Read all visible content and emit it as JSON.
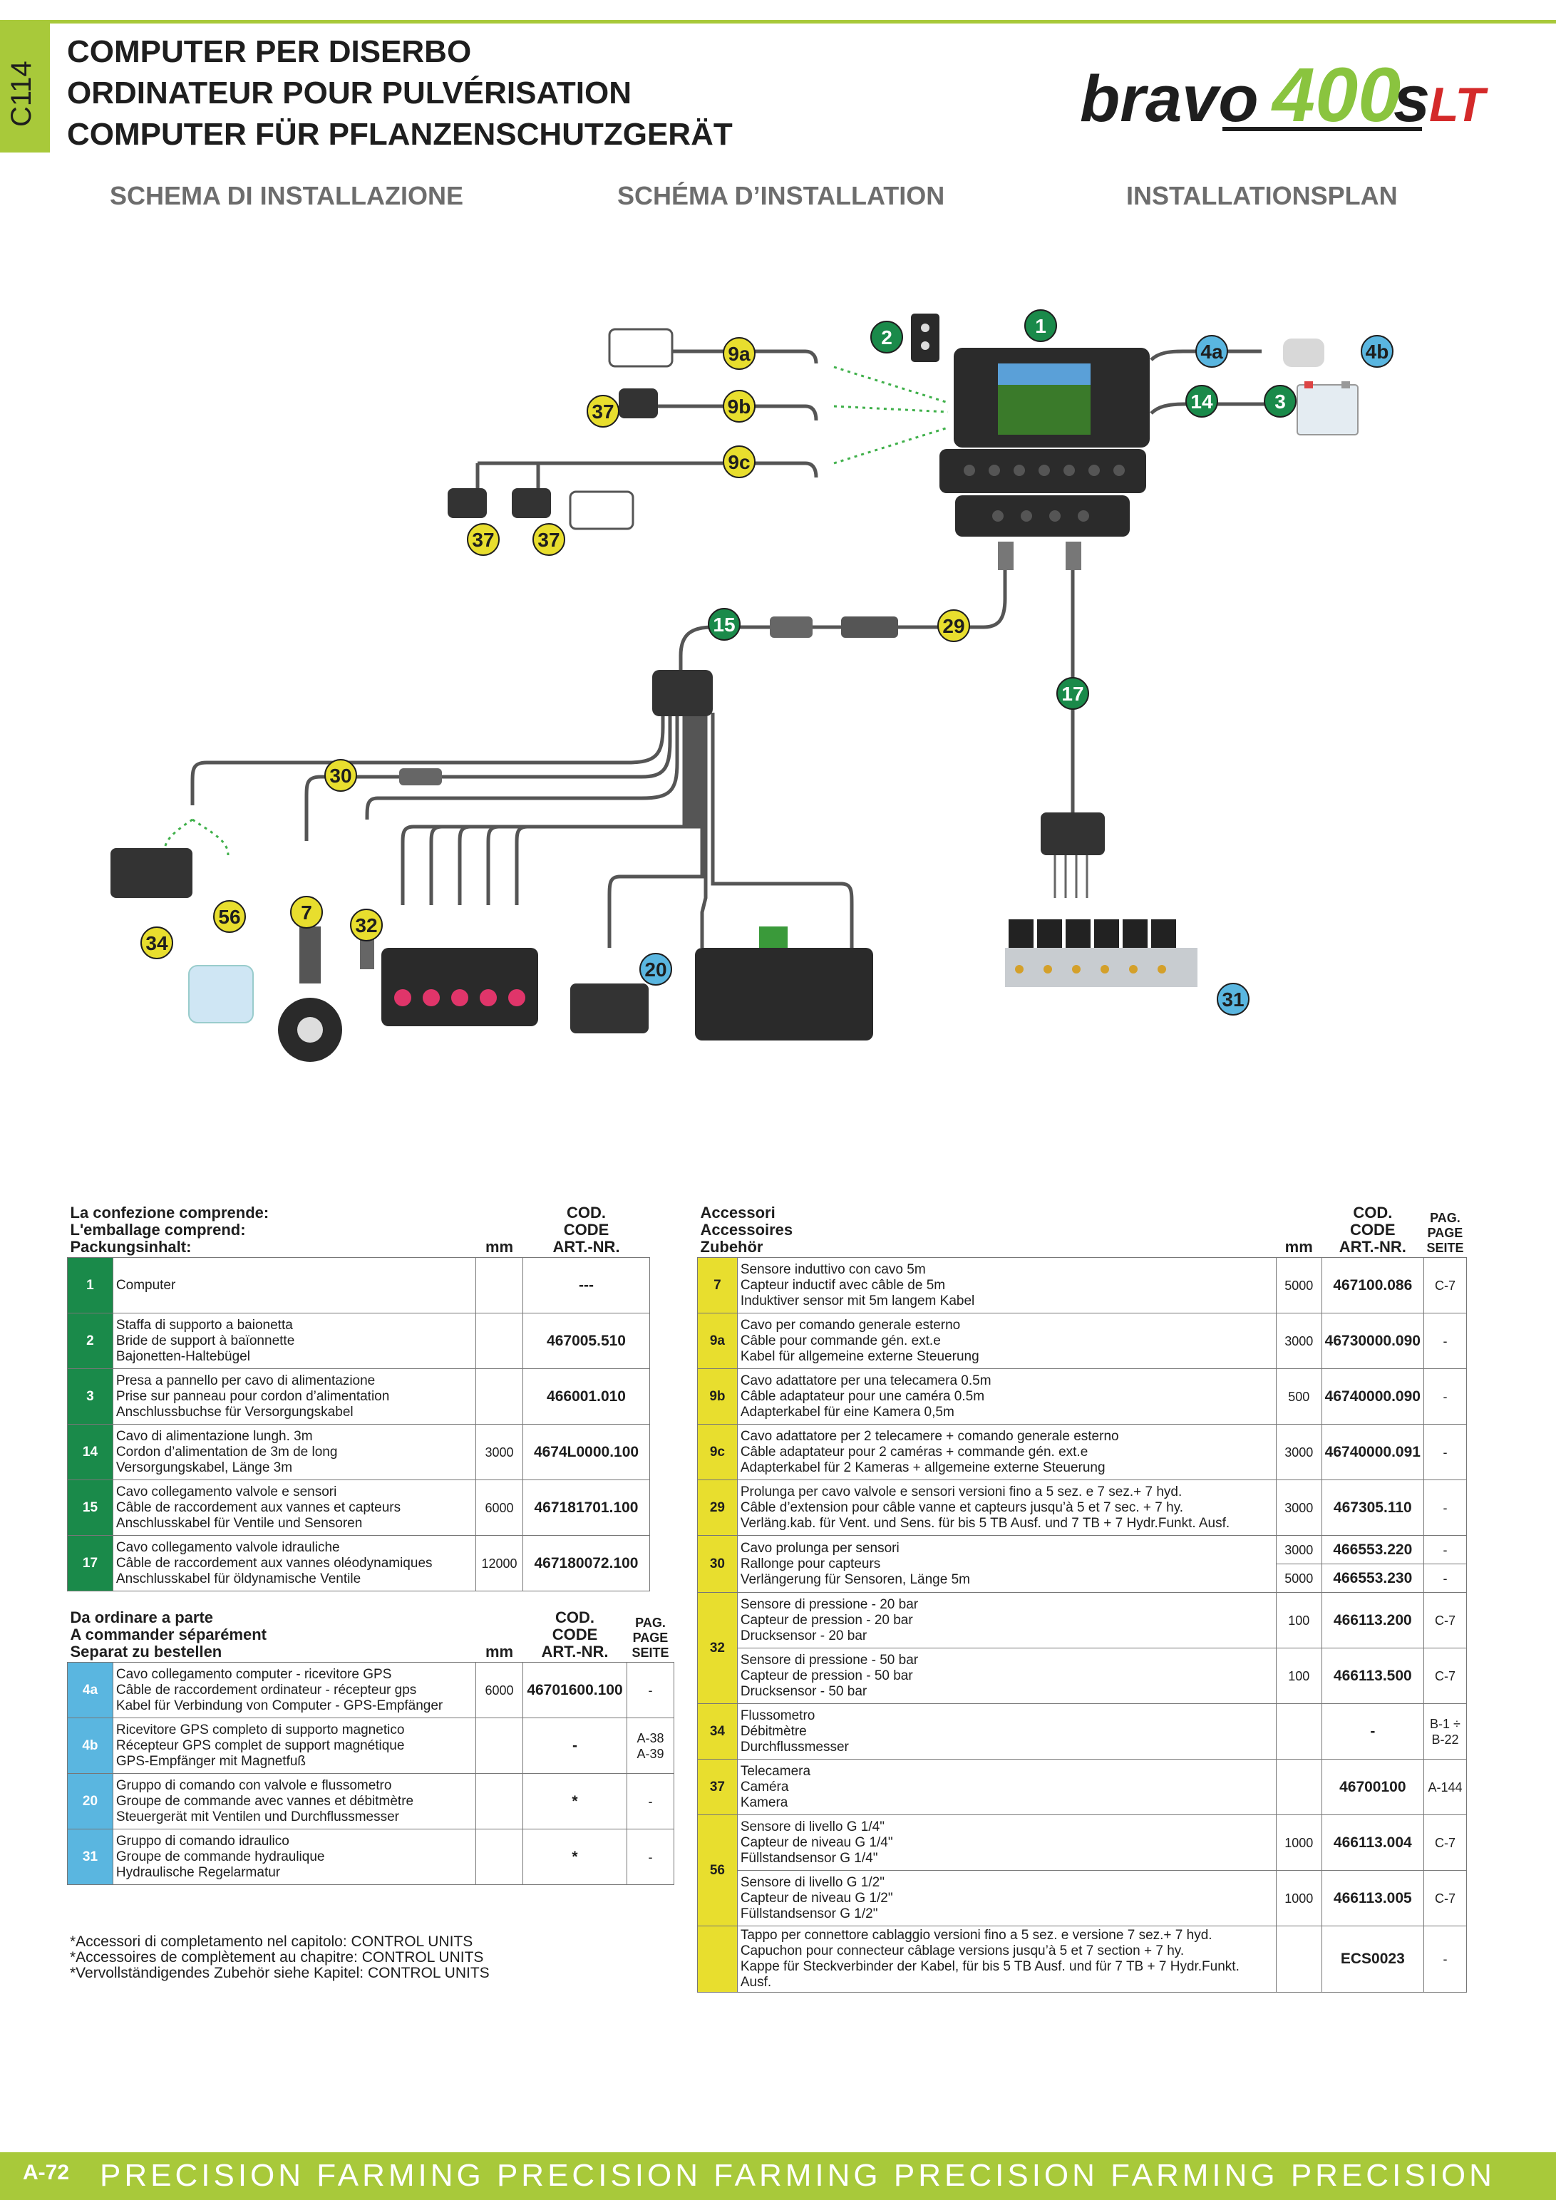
{
  "header": {
    "side_tab": "C114",
    "titles": [
      "COMPUTER PER DISERBO",
      "ORDINATEUR POUR PULVÉRISATION",
      "COMPUTER FÜR PFLANZENSCHUTZGERÄT"
    ],
    "logo": "bravo400sLT",
    "schema": [
      "SCHEMA DI INSTALLAZIONE",
      "SCHÉMA D’INSTALLATION",
      "INSTALLATIONSPLAN"
    ]
  },
  "diagram_labels": [
    "1",
    "2",
    "3",
    "4a",
    "4b",
    "9a",
    "9b",
    "9c",
    "14",
    "15",
    "17",
    "20",
    "29",
    "30",
    "31",
    "32",
    "34",
    "37",
    "37",
    "37",
    "56",
    "7"
  ],
  "colors": {
    "green": "#1a8a4a",
    "yellow": "#e8de2e",
    "blue": "#5ab6e0",
    "accent": "#a8c93a"
  },
  "table1": {
    "heading": [
      "La confezione comprende:",
      "L'emballage comprend:",
      "Packungsinhalt:"
    ],
    "col_mm": "mm",
    "col_code": [
      "COD.",
      "CODE",
      "ART.-NR."
    ],
    "rows": [
      {
        "n": "1",
        "desc": "Computer",
        "mm": "",
        "code": "---"
      },
      {
        "n": "2",
        "desc": "Staffa di supporto a baionetta\nBride de support à baïonnette\nBajonetten-Haltebügel",
        "mm": "",
        "code": "467005.510"
      },
      {
        "n": "3",
        "desc": "Presa a pannello per cavo di alimentazione\nPrise sur panneau pour cordon d’alimentation\nAnschlussbuchse für Versorgungskabel",
        "mm": "",
        "code": "466001.010"
      },
      {
        "n": "14",
        "desc": "Cavo di alimentazione lungh. 3m\nCordon d’alimentation de 3m de long\nVersorgungskabel, Länge 3m",
        "mm": "3000",
        "code": "4674L0000.100"
      },
      {
        "n": "15",
        "desc": "Cavo collegamento valvole e sensori\nCâble de raccordement aux vannes et capteurs\nAnschlusskabel für Ventile und Sensoren",
        "mm": "6000",
        "code": "467181701.100"
      },
      {
        "n": "17",
        "desc": "Cavo collegamento valvole idrauliche\nCâble de raccordement aux vannes oléodynamiques\nAnschlusskabel für öldynamische Ventile",
        "mm": "12000",
        "code": "467180072.100"
      }
    ]
  },
  "table2": {
    "heading": [
      "Da ordinare a parte",
      "A commander séparément",
      "Separat zu bestellen"
    ],
    "col_mm": "mm",
    "col_code": [
      "COD.",
      "CODE",
      "ART.-NR."
    ],
    "col_pag": [
      "PAG.",
      "PAGE",
      "SEITE"
    ],
    "rows": [
      {
        "n": "4a",
        "desc": "Cavo collegamento computer - ricevitore GPS\nCâble de raccordement ordinateur - récepteur gps\nKabel für Verbindung von Computer - GPS-Empfänger",
        "mm": "6000",
        "code": "46701600.100",
        "pag": "-"
      },
      {
        "n": "4b",
        "desc": "Ricevitore GPS completo di supporto magnetico\nRécepteur GPS complet de support magnétique\nGPS-Empfänger mit Magnetfuß",
        "mm": "",
        "code": "-",
        "pag": "A-38\nA-39"
      },
      {
        "n": "20",
        "desc": "Gruppo di comando con valvole e flussometro\nGroupe de commande avec vannes et débitmètre\nSteuergerät mit Ventilen und Durchflussmesser",
        "mm": "",
        "code": "*",
        "pag": "-"
      },
      {
        "n": "31",
        "desc": "Gruppo di comando idraulico\nGroupe de commande hydraulique\nHydraulische Regelarmatur",
        "mm": "",
        "code": "*",
        "pag": "-"
      }
    ]
  },
  "notes": [
    "*Accessori di completamento nel capitolo: CONTROL UNITS",
    "*Accessoires de complètement au chapitre: CONTROL UNITS",
    "*Vervollständigendes Zubehör siehe Kapitel: CONTROL UNITS"
  ],
  "table3": {
    "heading": [
      "Accessori",
      "Accessoires",
      "Zubehör"
    ],
    "col_mm": "mm",
    "col_code": [
      "COD.",
      "CODE",
      "ART.-NR."
    ],
    "col_pag": [
      "PAG.",
      "PAGE",
      "SEITE"
    ],
    "rows": [
      {
        "n": "7",
        "desc": "Sensore induttivo con cavo 5m\nCapteur inductif avec câble de 5m\nInduktiver sensor mit 5m langem Kabel",
        "mm": "5000",
        "code": "467100.086",
        "pag": "C-7"
      },
      {
        "n": "9a",
        "desc": "Cavo per comando generale esterno\nCâble pour commande gén. ext.e\nKabel für allgemeine externe Steuerung",
        "mm": "3000",
        "code": "46730000.090",
        "pag": "-"
      },
      {
        "n": "9b",
        "desc": "Cavo adattatore per una telecamera 0.5m\nCâble adaptateur pour une caméra 0.5m\nAdapterkabel für eine Kamera 0,5m",
        "mm": "500",
        "code": "46740000.090",
        "pag": "-"
      },
      {
        "n": "9c",
        "desc": "Cavo adattatore per 2 telecamere + comando generale esterno\nCâble adaptateur pour 2 caméras + commande gén. ext.e\nAdapterkabel für 2 Kameras + allgemeine externe Steuerung",
        "mm": "3000",
        "code": "46740000.091",
        "pag": "-"
      },
      {
        "n": "29",
        "desc": "Prolunga per cavo valvole e sensori versioni fino a 5 sez. e 7 sez.+ 7 hyd.\nCâble d’extension pour câble vanne et capteurs jusqu’à 5 et 7 sec. + 7 hy.\nVerläng.kab. für Vent. und Sens. für bis 5 TB Ausf. und 7 TB + 7 Hydr.Funkt. Ausf.",
        "mm": "3000",
        "code": "467305.110",
        "pag": "-"
      },
      {
        "n": "30",
        "desc": "Cavo prolunga per sensori\nRallonge pour capteurs\nVerlängerung für Sensoren, Länge 5m",
        "mm": "3000",
        "mm2": "5000",
        "code": "466553.220",
        "code2": "466553.230",
        "pag": "-",
        "pag2": "-"
      },
      {
        "n": "32",
        "desc": "Sensore di pressione - 20 bar\nCapteur de pression - 20 bar\nDrucksensor - 20 bar",
        "mm": "100",
        "code": "466113.200",
        "pag": "C-7",
        "desc2": "Sensore di pressione - 50 bar\nCapteur de pression - 50 bar\nDrucksensor - 50 bar",
        "mm2": "100",
        "code2": "466113.500",
        "pag2": "C-7"
      },
      {
        "n": "34",
        "desc": "Flussometro\nDébitmètre\nDurchflussmesser",
        "mm": "",
        "code": "-",
        "pag": "B-1 ÷\nB-22"
      },
      {
        "n": "37",
        "desc": "Telecamera\nCaméra\nKamera",
        "mm": "",
        "code": "46700100",
        "pag": "A-144"
      },
      {
        "n": "56",
        "desc": "Sensore di livello G 1/4\"\nCapteur de niveau G 1/4\"\nFüllstandsensor G 1/4\"",
        "mm": "1000",
        "code": "466113.004",
        "pag": "C-7",
        "desc2": "Sensore di livello G 1/2\"\nCapteur de niveau G 1/2\"\nFüllstandsensor G 1/2\"",
        "mm2": "1000",
        "code2": "466113.005",
        "pag2": "C-7"
      },
      {
        "n": "",
        "desc": "Tappo per connettore cablaggio versioni fino a 5 sez. e versione 7 sez.+ 7 hyd.\nCapuchon pour connecteur câblage versions jusqu’à 5 et 7 section + 7 hy.\nKappe für Steckverbinder der Kabel, für bis 5 TB Ausf. und für 7 TB + 7 Hydr.Funkt. Ausf.",
        "mm": "",
        "code": "ECS0023",
        "pag": "-"
      }
    ]
  },
  "footer": {
    "page": "A-72",
    "band": "PRECISION FARMING  PRECISION FARMING  PRECISION FARMING  PRECISION"
  }
}
